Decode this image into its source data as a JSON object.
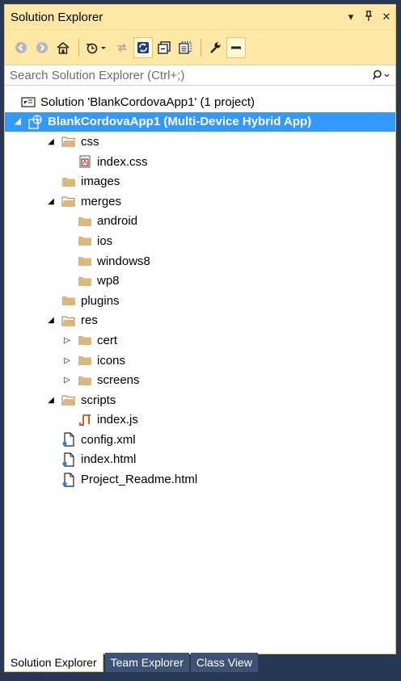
{
  "window": {
    "title": "Solution Explorer",
    "controls": {
      "dropdown": "▾",
      "pin": "ᵖ",
      "close": "✕"
    }
  },
  "toolbar": {
    "buttons": [
      {
        "name": "back-icon"
      },
      {
        "name": "forward-icon"
      },
      {
        "name": "home-icon"
      },
      {
        "name": "pending-changes-filter-icon"
      },
      {
        "name": "sync-with-active-document-icon"
      },
      {
        "name": "refresh-icon"
      },
      {
        "name": "collapse-all-icon"
      },
      {
        "name": "show-all-files-icon"
      },
      {
        "name": "properties-icon"
      },
      {
        "name": "preview-selected-items-icon"
      }
    ]
  },
  "search": {
    "placeholder": "Search Solution Explorer (Ctrl+;)",
    "value": ""
  },
  "tree": {
    "solution_label": "Solution 'BlankCordovaApp1' (1 project)",
    "project_label": "BlankCordovaApp1 (Multi-Device Hybrid App)",
    "items": [
      {
        "label": "css",
        "type": "folder-open",
        "depth": 1,
        "expander": "expanded"
      },
      {
        "label": "index.css",
        "type": "css",
        "depth": 2,
        "expander": "none"
      },
      {
        "label": "images",
        "type": "folder",
        "depth": 1,
        "expander": "none"
      },
      {
        "label": "merges",
        "type": "folder-open",
        "depth": 1,
        "expander": "expanded"
      },
      {
        "label": "android",
        "type": "folder",
        "depth": 2,
        "expander": "none"
      },
      {
        "label": "ios",
        "type": "folder",
        "depth": 2,
        "expander": "none"
      },
      {
        "label": "windows8",
        "type": "folder",
        "depth": 2,
        "expander": "none"
      },
      {
        "label": "wp8",
        "type": "folder",
        "depth": 2,
        "expander": "none"
      },
      {
        "label": "plugins",
        "type": "folder",
        "depth": 1,
        "expander": "none"
      },
      {
        "label": "res",
        "type": "folder-open",
        "depth": 1,
        "expander": "expanded"
      },
      {
        "label": "cert",
        "type": "folder",
        "depth": 2,
        "expander": "collapsed"
      },
      {
        "label": "icons",
        "type": "folder",
        "depth": 2,
        "expander": "collapsed"
      },
      {
        "label": "screens",
        "type": "folder",
        "depth": 2,
        "expander": "collapsed"
      },
      {
        "label": "scripts",
        "type": "folder-open",
        "depth": 1,
        "expander": "expanded"
      },
      {
        "label": "index.js",
        "type": "js",
        "depth": 2,
        "expander": "none"
      },
      {
        "label": "config.xml",
        "type": "file",
        "depth": 1,
        "expander": "none"
      },
      {
        "label": "index.html",
        "type": "file",
        "depth": 1,
        "expander": "none"
      },
      {
        "label": "Project_Readme.html",
        "type": "file",
        "depth": 1,
        "expander": "none"
      }
    ]
  },
  "bottom_tabs": [
    {
      "label": "Solution Explorer",
      "active": true
    },
    {
      "label": "Team Explorer",
      "active": false
    },
    {
      "label": "Class View",
      "active": false
    }
  ],
  "colors": {
    "selection": "#3399ff",
    "chrome": "#ffe8a6",
    "folder": "#dcb67a",
    "background": "#293955"
  }
}
